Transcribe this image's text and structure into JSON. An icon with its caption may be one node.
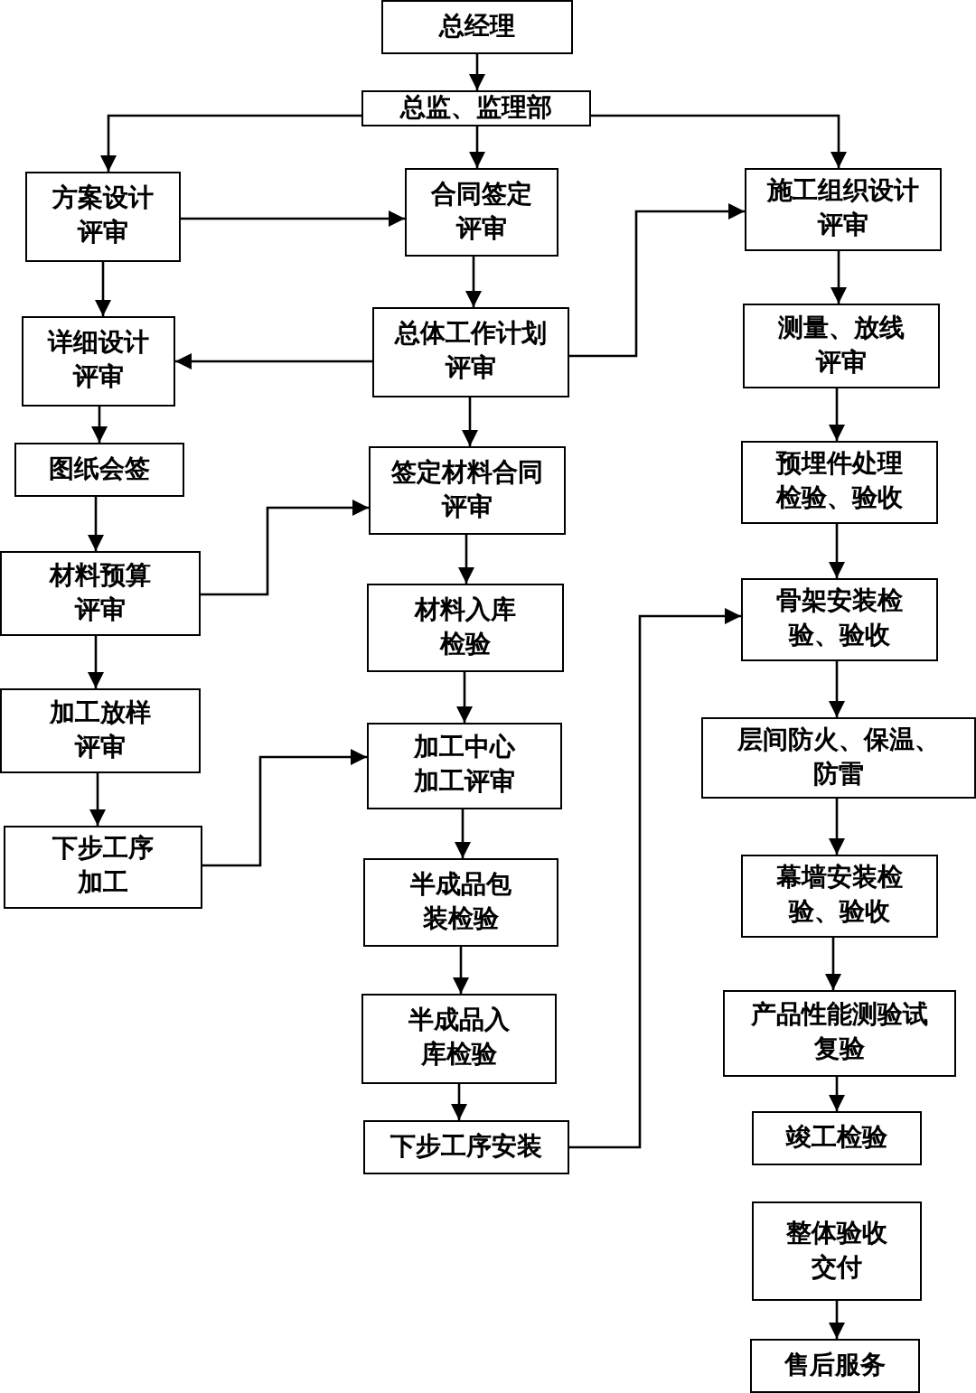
{
  "diagram": {
    "nodes": [
      {
        "text": [
          "总经理"
        ]
      },
      {
        "text": [
          "总监、监理部"
        ]
      },
      {
        "text": [
          "方案设计评审"
        ]
      },
      {
        "text": [
          "合同签定评审"
        ]
      },
      {
        "text": [
          "施工组织设计评审"
        ]
      },
      {
        "text": [
          "详细设计评审"
        ]
      },
      {
        "text": [
          "总体工作计划评审"
        ]
      },
      {
        "text": [
          "测量、放线评审"
        ]
      },
      {
        "text": [
          "图纸会签"
        ]
      },
      {
        "text": [
          "签定材料合同评审"
        ]
      },
      {
        "text": [
          "预埋件处理检验、验收"
        ]
      },
      {
        "text": [
          "材料预算评审"
        ]
      },
      {
        "text": [
          "材料入库检验"
        ]
      },
      {
        "text": [
          "骨架安装检验、验收"
        ]
      },
      {
        "text": [
          "加工放样评审"
        ]
      },
      {
        "text": [
          "加工中心加工评审"
        ]
      },
      {
        "text": [
          "层间防火、保温、防雷"
        ]
      },
      {
        "text": [
          "下步工序加工"
        ]
      },
      {
        "text": [
          "半成品包装检验"
        ]
      },
      {
        "text": [
          "幕墙安装检验、验收"
        ]
      },
      {
        "text": [
          "半成品入库检验"
        ]
      },
      {
        "text": [
          "产品性能测验试复验"
        ]
      },
      {
        "text": [
          "下步工序安装"
        ]
      },
      {
        "text": [
          "竣工检验"
        ]
      },
      {
        "text": [
          "整体验收交付"
        ]
      },
      {
        "text": [
          "售后服务"
        ]
      }
    ],
    "edges": [
      {
        "from": 0,
        "to": 1,
        "arrow": "to"
      },
      {
        "from": 1,
        "to": 2,
        "arrow": "to"
      },
      {
        "from": 1,
        "to": 3,
        "arrow": "to"
      },
      {
        "from": 1,
        "to": 4,
        "arrow": "to"
      },
      {
        "from": 2,
        "to": 3,
        "arrow": "to"
      },
      {
        "from": 3,
        "to": 6,
        "arrow": "to"
      },
      {
        "from": 6,
        "to": 5,
        "arrow": "to"
      },
      {
        "from": 6,
        "to": 4,
        "arrow": "to"
      },
      {
        "from": 2,
        "to": 5,
        "arrow": "to"
      },
      {
        "from": 5,
        "to": 8,
        "arrow": "to"
      },
      {
        "from": 8,
        "to": 11,
        "arrow": "to"
      },
      {
        "from": 11,
        "to": 9,
        "arrow": "to"
      },
      {
        "from": 11,
        "to": 14,
        "arrow": "to"
      },
      {
        "from": 14,
        "to": 17,
        "arrow": "to"
      },
      {
        "from": 17,
        "to": 15,
        "arrow": "to"
      },
      {
        "from": 6,
        "to": 9,
        "arrow": "to"
      },
      {
        "from": 9,
        "to": 12,
        "arrow": "to"
      },
      {
        "from": 12,
        "to": 15,
        "arrow": "to"
      },
      {
        "from": 15,
        "to": 18,
        "arrow": "to"
      },
      {
        "from": 18,
        "to": 20,
        "arrow": "to"
      },
      {
        "from": 20,
        "to": 22,
        "arrow": "to"
      },
      {
        "from": 22,
        "to": 13,
        "arrow": "to"
      },
      {
        "from": 4,
        "to": 7,
        "arrow": "to"
      },
      {
        "from": 7,
        "to": 10,
        "arrow": "to"
      },
      {
        "from": 10,
        "to": 13,
        "arrow": "to"
      },
      {
        "from": 13,
        "to": 16,
        "arrow": "to"
      },
      {
        "from": 16,
        "to": 19,
        "arrow": "to"
      },
      {
        "from": 19,
        "to": 21,
        "arrow": "to"
      },
      {
        "from": 21,
        "to": 23,
        "arrow": "to"
      },
      {
        "from": 24,
        "to": 25,
        "arrow": "to"
      }
    ]
  }
}
